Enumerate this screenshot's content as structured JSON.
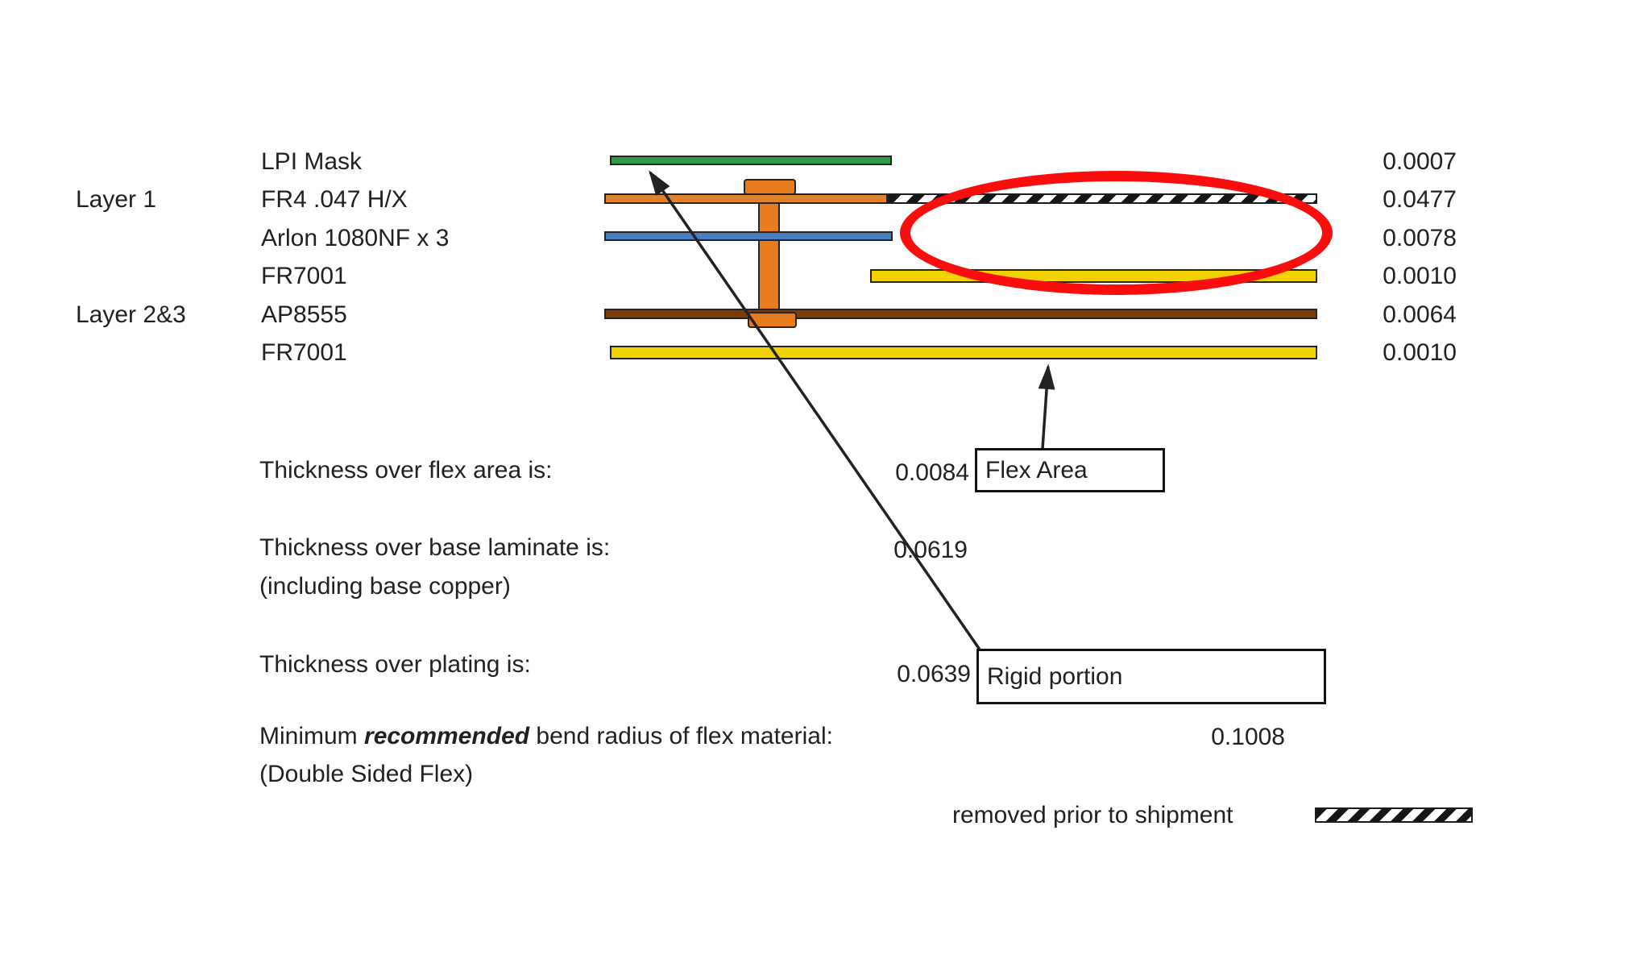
{
  "stackup": {
    "rows": [
      {
        "layer": "",
        "material": "LPI Mask",
        "thickness": "0.0007"
      },
      {
        "layer": "Layer 1",
        "material": "FR4 .047 H/X",
        "thickness": "0.0477"
      },
      {
        "layer": "",
        "material": "Arlon 1080NF x 3",
        "thickness": "0.0078"
      },
      {
        "layer": "",
        "material": "FR7001",
        "thickness": "0.0010"
      },
      {
        "layer": "Layer 2&3",
        "material": "AP8555",
        "thickness": "0.0064"
      },
      {
        "layer": "",
        "material": "FR7001",
        "thickness": "0.0010"
      }
    ]
  },
  "measurements": {
    "flex_label": "Thickness over flex area is:",
    "flex_value": "0.0084",
    "base_label": "Thickness over base laminate is:",
    "base_value": "0.0619",
    "base_note": "(including base copper)",
    "plating_label": "Thickness over plating is:",
    "plating_value": "0.0639",
    "bend_prefix": "Minimum ",
    "bend_emphasis": "recommended",
    "bend_suffix": " bend radius of flex material:",
    "bend_value": "0.1008",
    "bend_note": "(Double Sided Flex)"
  },
  "callouts": {
    "flex_area": "Flex Area",
    "rigid_portion": "Rigid portion",
    "removed_note": "removed prior to shipment"
  },
  "colors": {
    "lpi_mask_green": "#2e9b45",
    "fr4_orange": "#e0812e",
    "arlon_blue": "#4b7ec2",
    "fr7001_yellow": "#f2d100",
    "ap8555_brown": "#7b3d05",
    "via_orange": "#e87b1c",
    "annotation_red": "#f90d0d"
  }
}
